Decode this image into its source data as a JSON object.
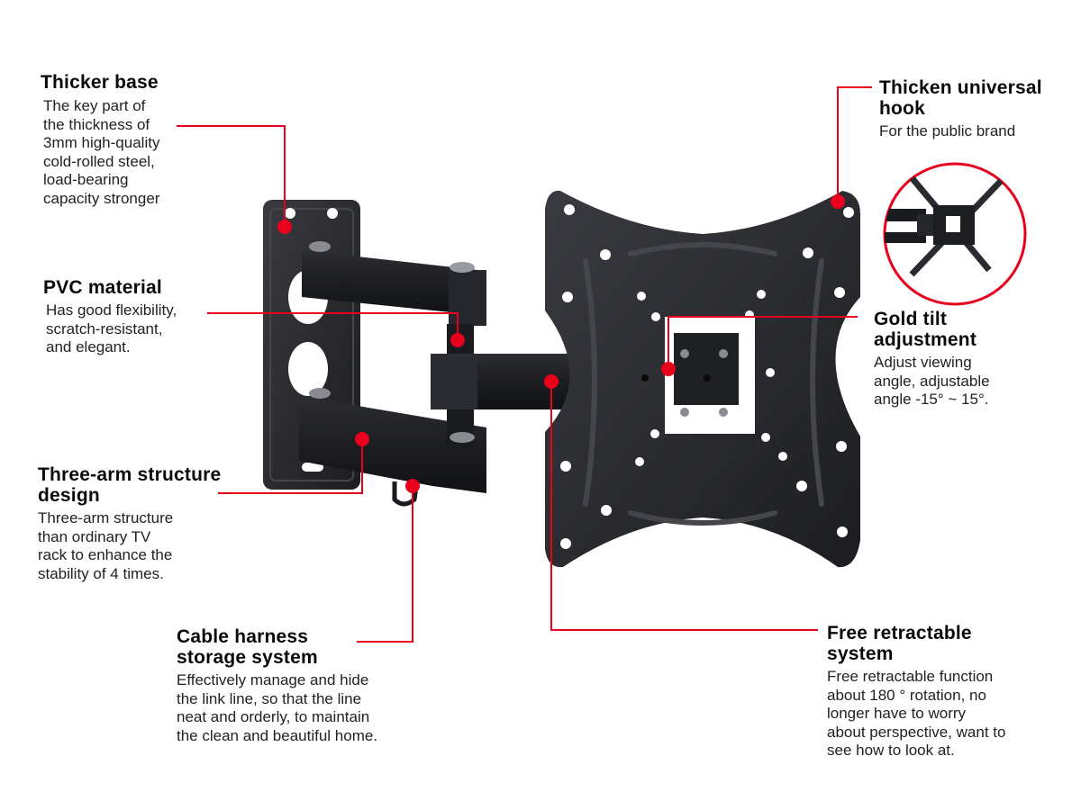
{
  "product": "Full-motion TV wall mount bracket",
  "accent_color": "#e8001c",
  "callouts": {
    "thicker_base": {
      "title": "Thicker base",
      "body": "The key part of\nthe thickness of\n3mm high-quality\ncold-rolled steel,\nload-bearing\ncapacity stronger"
    },
    "pvc_material": {
      "title": "PVC material",
      "body": "Has good flexibility,\nscratch-resistant,\nand elegant."
    },
    "three_arm": {
      "title": "Three-arm structure\ndesign",
      "body": "Three-arm structure\nthan ordinary TV\nrack to enhance the\nstability of 4 times."
    },
    "cable_harness": {
      "title": "Cable harness\nstorage system",
      "body": "Effectively manage and hide\nthe link line, so that the line\nneat and orderly, to maintain\nthe clean and beautiful home."
    },
    "free_retractable": {
      "title": "Free retractable\nsystem",
      "body": "Free retractable function\nabout 180 ° rotation, no\nlonger have to worry\nabout perspective, want to\nsee how to look at."
    },
    "universal_hook": {
      "title": "Thicken universal\nhook",
      "body": "For the public brand"
    },
    "gold_tilt": {
      "title": "Gold tilt\nadjustment",
      "body": "Adjust viewing\nangle, adjustable\nangle -15° ~ 15°."
    }
  }
}
